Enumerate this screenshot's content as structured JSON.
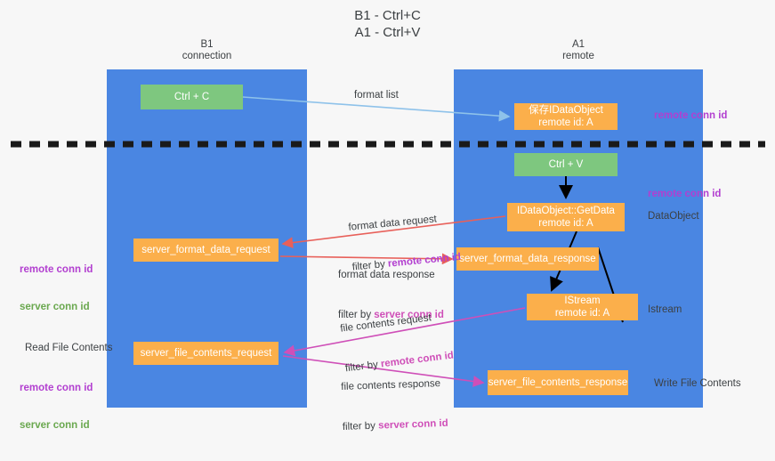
{
  "title": "B1 - Ctrl+C\nA1 - Ctrl+V",
  "lanes": [
    {
      "name": "b1",
      "header": "B1\nconnection"
    },
    {
      "name": "a1",
      "header": "A1\nremote"
    }
  ],
  "boxes": {
    "ctrl_c": "Ctrl + C",
    "save_idataobject": "保存IDataObject\nremote id: A",
    "ctrl_v": "Ctrl + V",
    "getdata": "IDataObject::GetData\nremote id: A",
    "server_format_data_request": "server_format_data_request",
    "server_format_data_response": "server_format_data_response",
    "istream": "IStream\nremote id: A",
    "server_file_contents_request": "server_file_contents_request",
    "server_file_contents_response": "server_file_contents_response"
  },
  "edge_labels": {
    "format_list": "format list",
    "format_data_request": "format data request",
    "format_data_request_filter_prefix": "filter by ",
    "format_data_request_filter_key": "remote conn id",
    "format_data_response": "format data response",
    "format_data_response_filter_prefix": "filter by ",
    "format_data_response_filter_key": "server conn id",
    "file_contents_request": "file contents request",
    "file_contents_request_filter_prefix": "filter by ",
    "file_contents_request_filter_key": "remote conn id",
    "file_contents_response": "file contents response",
    "file_contents_response_filter_prefix": "filter by ",
    "file_contents_response_filter_key": "server conn id"
  },
  "annotations": {
    "right_remote_conn_id_1": "remote conn id",
    "right_remote_conn_id_2": "remote conn id",
    "right_dataobject": "DataObject",
    "right_istream": "Istream",
    "right_write_file_contents": "Write File Contents",
    "left_remote_conn_id_1": "remote conn id",
    "left_server_conn_id_1": "server conn id",
    "left_read_file_contents": "Read File Contents",
    "left_remote_conn_id_2": "remote conn id",
    "left_server_conn_id_2": "server conn id"
  },
  "colors": {
    "lane": "#4a86e2",
    "green_box": "#7ec77f",
    "orange_box": "#fbaf4b",
    "purple": "#b23fd0",
    "green_text": "#6aa84f",
    "red_arrow": "#e8605a",
    "pink_arrow": "#cf4fb8",
    "blue_arrow": "#8ec2ea",
    "black_arrow": "#000000",
    "background": "#f7f7f7"
  }
}
